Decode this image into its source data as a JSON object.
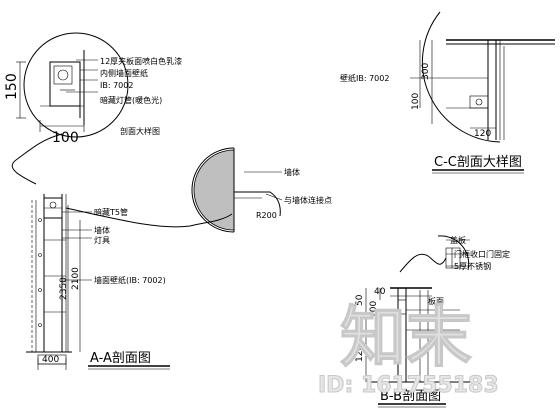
{
  "titles": {
    "aa": "A-A剖面图",
    "bb": "B-B剖面图",
    "cc": "C-C剖面大样图",
    "detail": "剖面大样图"
  },
  "detail_circle": {
    "labels": [
      "12厚夹板面喷白色乳漆",
      "内侧墙面壁纸",
      "IB: 7002",
      "暗藏灯管(暖色光)"
    ],
    "dim_v": "150",
    "dim_h": "100"
  },
  "wall_circle": {
    "labels": [
      "墙体",
      "与墙体连接点"
    ],
    "radius": "R200"
  },
  "cc_detail": {
    "label": "壁纸IB: 7002",
    "dims": [
      "300",
      "100",
      "120"
    ]
  },
  "aa_section": {
    "labels": [
      "暗藏T5管",
      "墙体",
      "灯具",
      "墙面壁纸(IB: 7002)"
    ],
    "dims": [
      "2350",
      "2100",
      "400"
    ]
  },
  "bb_section": {
    "labels": [
      "盖板",
      "门框收口门固定",
      "5厚不锈钢"
    ],
    "dims": [
      "50",
      "100",
      "1200"
    ],
    "small_labels": [
      "40",
      "板面"
    ]
  },
  "watermark": {
    "brand": "知末",
    "id": "ID: 161755183"
  },
  "colors": {
    "line": "#000000",
    "watermark": "#c8c8c8"
  }
}
